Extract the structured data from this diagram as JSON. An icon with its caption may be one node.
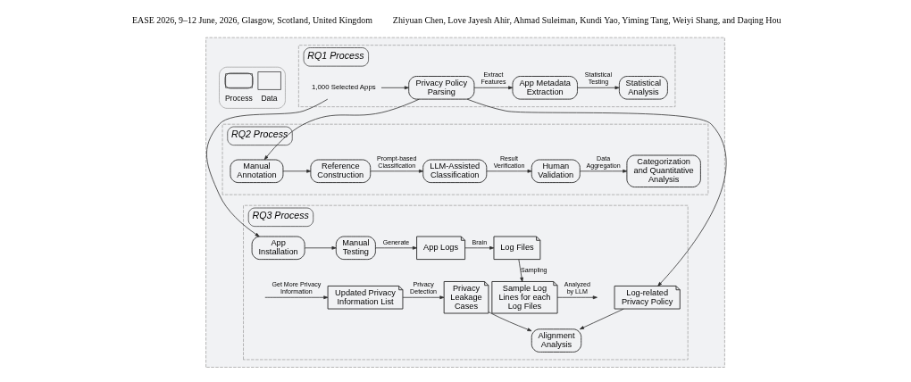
{
  "diagram": {
    "nodes": [
      {
        "text": [],
        "shape": "box"
      },
      {
        "text": [
          "RQ1 Process"
        ],
        "in": 0
      },
      {
        "text": [
          "1,000 Selected Apps"
        ],
        "in": 1
      },
      {
        "text": [
          "Privacy Policy Parsing"
        ],
        "in": 1
      },
      {
        "text": [
          "App Metadata Extraction"
        ],
        "in": 1
      },
      {
        "text": [
          "Statistical Analysis"
        ],
        "in": 1
      },
      {
        "text": [
          "RQ2 Process"
        ],
        "in": 0
      },
      {
        "text": [
          "Manual Annotation"
        ],
        "in": 6
      },
      {
        "text": [
          "Reference Construction"
        ],
        "in": 6
      },
      {
        "text": [
          "LLM-Assisted Classification"
        ],
        "in": 6
      },
      {
        "text": [
          "Human Validation"
        ],
        "in": 6
      },
      {
        "text": [
          "Categorization and Quantitative Analysis"
        ],
        "in": 6
      },
      {
        "text": [
          "RQ3 Process"
        ],
        "in": 0
      },
      {
        "text": [
          "App Installation"
        ],
        "in": 12
      },
      {
        "text": [
          "Manual Testing"
        ],
        "in": 12
      },
      {
        "text": [
          "App Logs"
        ],
        "in": 12
      },
      {
        "text": [
          "Log Files"
        ],
        "in": 12
      },
      {
        "text": [
          "Log-related Privacy Policy"
        ],
        "in": 12
      },
      {
        "text": [
          "Privacy Leakage Cases"
        ],
        "in": 12
      },
      {
        "text": [
          "Updated Privacy Information List"
        ],
        "in": 12
      },
      {
        "text": [
          "Sample Log Lines for each Log Files"
        ],
        "in": 12
      },
      {
        "text": [
          "Alignment Analysis"
        ],
        "in": 12
      }
    ],
    "edges": [
      {
        "from": 2,
        "to": 3,
        "arrow": "to"
      },
      {
        "from": 3,
        "to": 4,
        "arrow": "to",
        "label": "Extract Features"
      },
      {
        "from": 4,
        "to": 5,
        "arrow": "to",
        "label": "Statistical Testing"
      },
      {
        "from": 3,
        "to": 7,
        "arrow": "to"
      },
      {
        "from": 2,
        "to": 13,
        "arrow": "to"
      },
      {
        "from": 3,
        "to": 17,
        "arrow": "to"
      },
      {
        "from": 7,
        "to": 8,
        "arrow": "to"
      },
      {
        "from": 8,
        "to": 9,
        "arrow": "to",
        "label": "Prompt-based Classification"
      },
      {
        "from": 9,
        "to": 10,
        "arrow": "to",
        "label": "Result Verification"
      },
      {
        "from": 10,
        "to": 11,
        "arrow": "to",
        "label": "Data Aggregation"
      },
      {
        "from": 13,
        "to": 14,
        "arrow": "to"
      },
      {
        "from": 14,
        "to": 15,
        "arrow": "to",
        "label": "Generate"
      },
      {
        "from": 15,
        "to": 16,
        "arrow": "to",
        "label": "Brain"
      },
      {
        "from": 16,
        "to": 20,
        "arrow": "to",
        "label": "Sampling"
      },
      {
        "from": 20,
        "to": null,
        "arrow": "to",
        "label": "Analyzed by LLM"
      },
      {
        "from": null,
        "to": 19,
        "arrow": "to",
        "label": "Get More Privacy Information"
      },
      {
        "from": 19,
        "to": 18,
        "arrow": "to",
        "label": "Privacy Detection"
      },
      {
        "from": 17,
        "to": 21,
        "arrow": "to"
      },
      {
        "from": 18,
        "to": 21,
        "arrow": "to"
      }
    ],
    "labels": [
      "EASE 2026, 9–12 June, 2026, Glasgow, Scotland, United Kingdom",
      "Zhiyuan Chen, Love Jayesh Ahir, Ahmad Suleiman, Kundi Yao, Yiming Tang, Weiyi Shang, and Daqing Hou"
    ],
    "legend": [
      {
        "text": "Process"
      },
      {
        "text": "Data"
      }
    ]
  }
}
